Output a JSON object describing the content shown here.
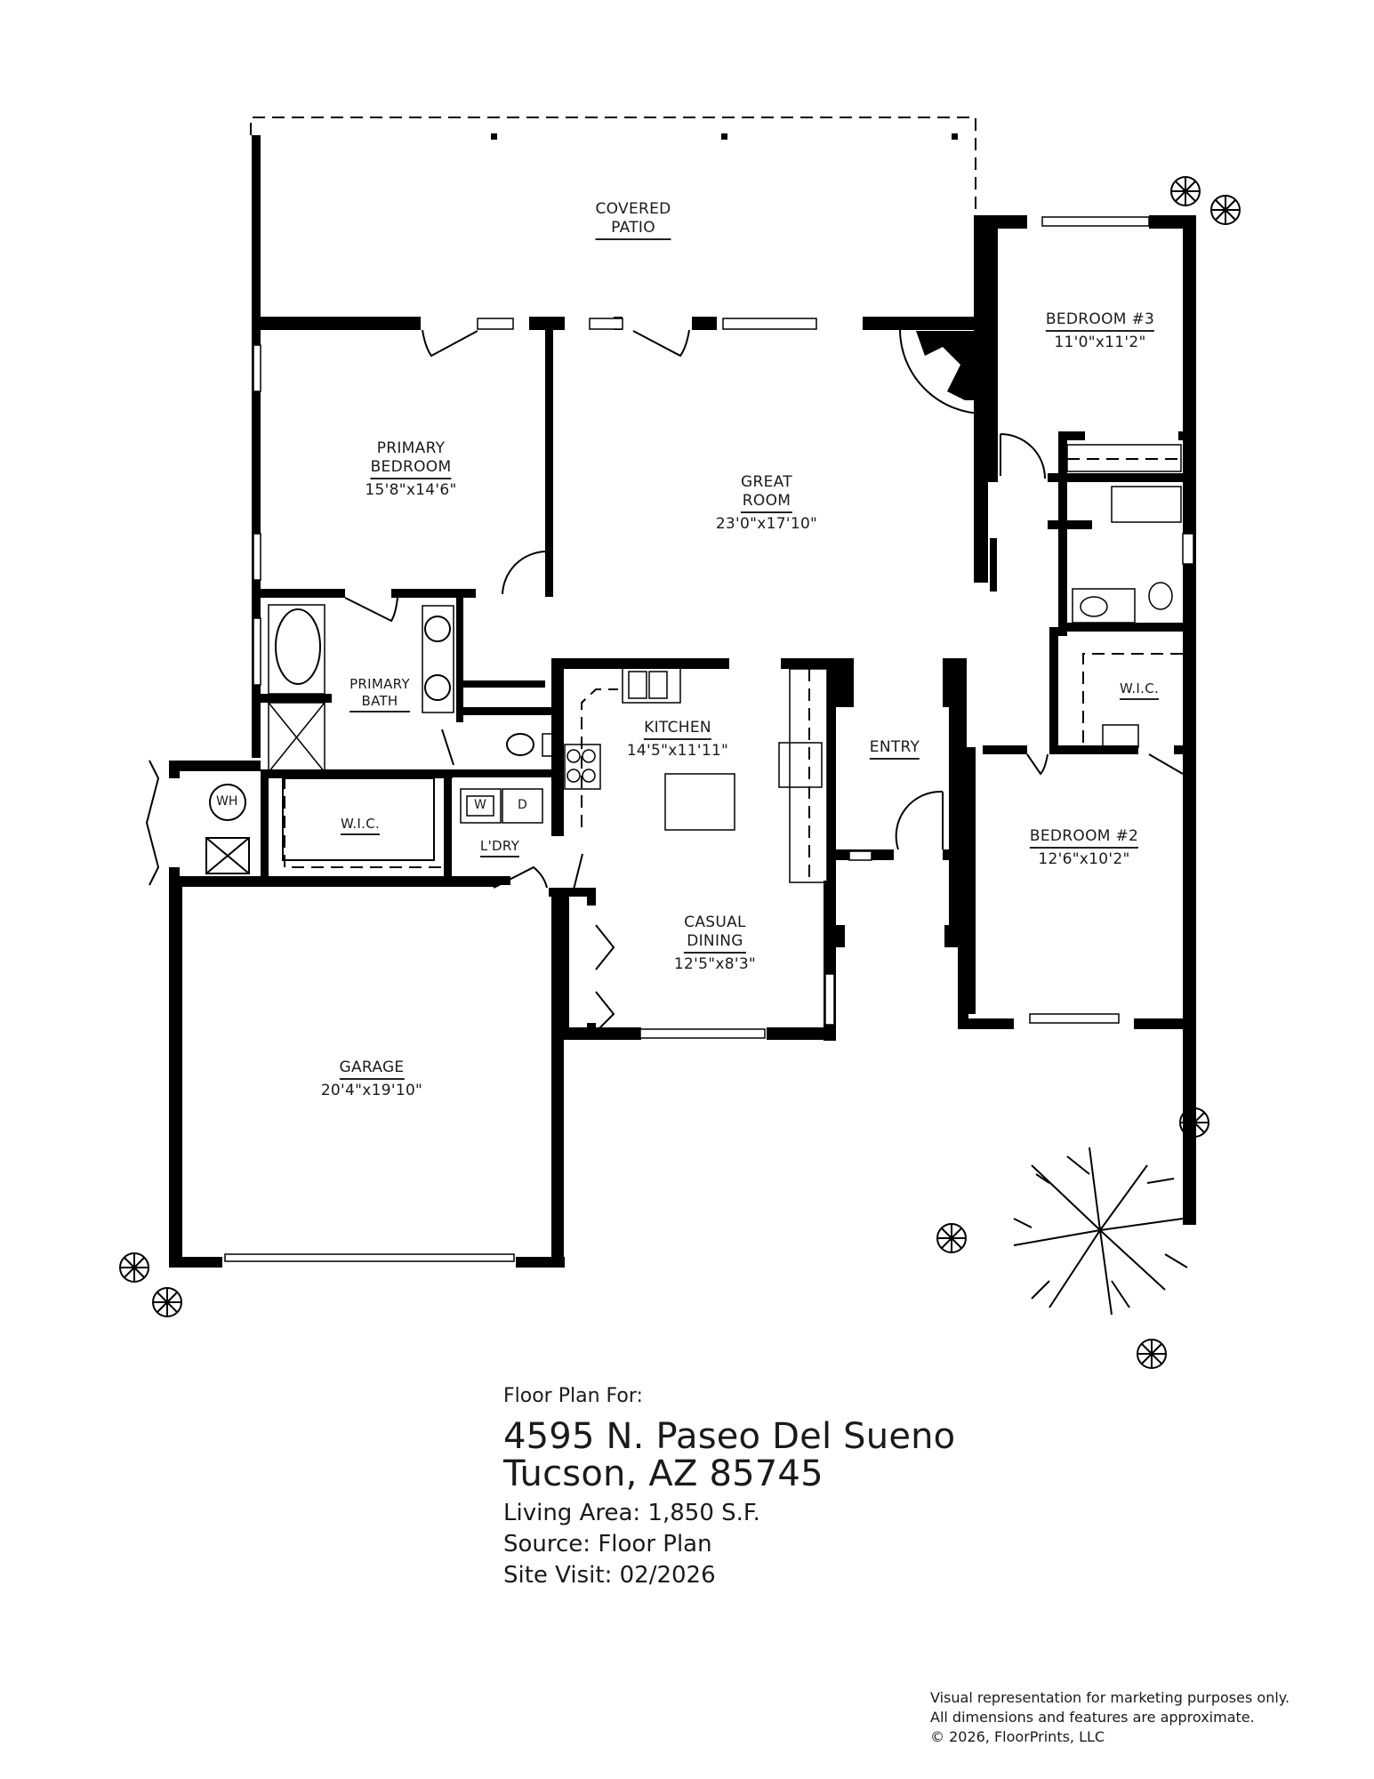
{
  "rooms": {
    "covered_patio": {
      "name_line1": "COVERED",
      "name_line2": "PATIO",
      "dimensions": ""
    },
    "primary_bedroom": {
      "name_line1": "PRIMARY",
      "name_line2": "BEDROOM",
      "dimensions": "15'8\"x14'6\""
    },
    "great_room": {
      "name_line1": "GREAT",
      "name_line2": "ROOM",
      "dimensions": "23'0\"x17'10\""
    },
    "bedroom_3": {
      "name_line1": "BEDROOM #3",
      "dimensions": "11'0\"x11'2\""
    },
    "primary_bath": {
      "name_line1": "PRIMARY",
      "name_line2": "BATH"
    },
    "kitchen": {
      "name_line1": "KITCHEN",
      "dimensions": "14'5\"x11'11\""
    },
    "entry": {
      "name_line1": "ENTRY"
    },
    "wic_bed2": {
      "name_line1": "W.I.C."
    },
    "wic_primary": {
      "name_line1": "W.I.C."
    },
    "laundry": {
      "name_line1": "L'DRY"
    },
    "bedroom_2": {
      "name_line1": "BEDROOM #2",
      "dimensions": "12'6\"x10'2\""
    },
    "casual_dining": {
      "name_line1": "CASUAL",
      "name_line2": "DINING",
      "dimensions": "12'5\"x8'3\""
    },
    "garage": {
      "name_line1": "GARAGE",
      "dimensions": "20'4\"x19'10\""
    }
  },
  "fixtures": {
    "water_heater": "WH",
    "washer": "W",
    "dryer": "D"
  },
  "info": {
    "heading": "Floor Plan For:",
    "address_line1": "4595 N. Paseo Del Sueno",
    "address_line2": "Tucson, AZ  85745",
    "living_area": "Living Area:  1,850 S.F.",
    "source": "Source:  Floor Plan",
    "site_visit": "Site Visit:  02/2026"
  },
  "disclaimer": {
    "line1": "Visual representation for marketing purposes only.",
    "line2": "All dimensions and features are approximate.",
    "line3": "© 2026, FloorPrints, LLC"
  }
}
